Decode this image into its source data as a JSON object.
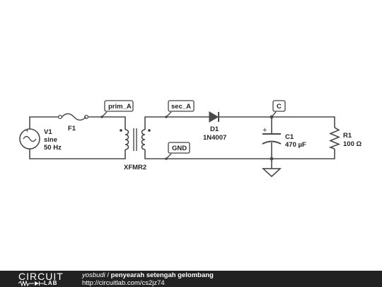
{
  "components": {
    "v1": {
      "name": "V1",
      "type": "sine",
      "value": "50 Hz"
    },
    "f1": {
      "name": "F1"
    },
    "xfmr": {
      "name": "XFMR2"
    },
    "d1": {
      "name": "D1",
      "value": "1N4007"
    },
    "c1": {
      "name": "C1",
      "value": "470 µF"
    },
    "r1": {
      "name": "R1",
      "value": "100 Ω"
    }
  },
  "nodes": {
    "prim": "prim_A",
    "sec": "sec_A",
    "gnd": "GND",
    "c": "C"
  },
  "footer": {
    "logo_top": "CIRCUIT",
    "logo_bottom": "LAB",
    "author": "yosbudi",
    "separator": "/",
    "title": "penyearah setengah gelombang",
    "url": "http://circuitlab.com/cs2jz74"
  },
  "colors": {
    "wire": "#4a4a4a",
    "footer_bg": "#222222"
  }
}
